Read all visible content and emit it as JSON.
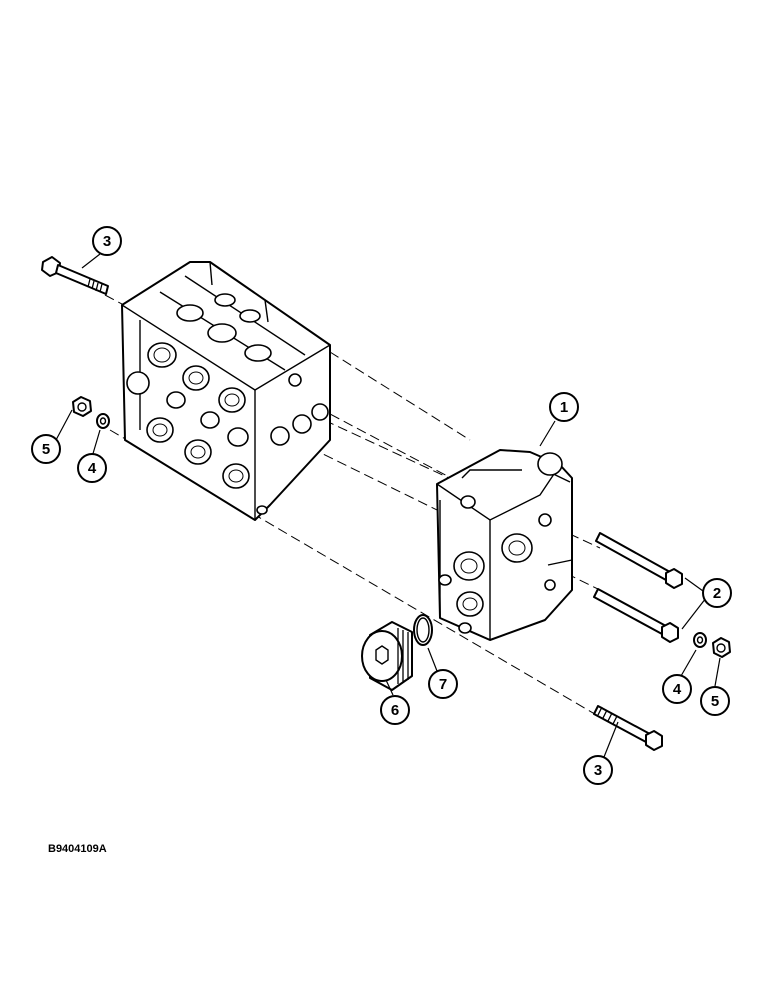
{
  "figure_id": "B9404109A",
  "callouts": {
    "c1": "1",
    "c2": "2",
    "c3_top": "3",
    "c3_bottom": "3",
    "c4_left": "4",
    "c4_right": "4",
    "c5_left": "5",
    "c5_right": "5",
    "c6": "6",
    "c7": "7"
  }
}
